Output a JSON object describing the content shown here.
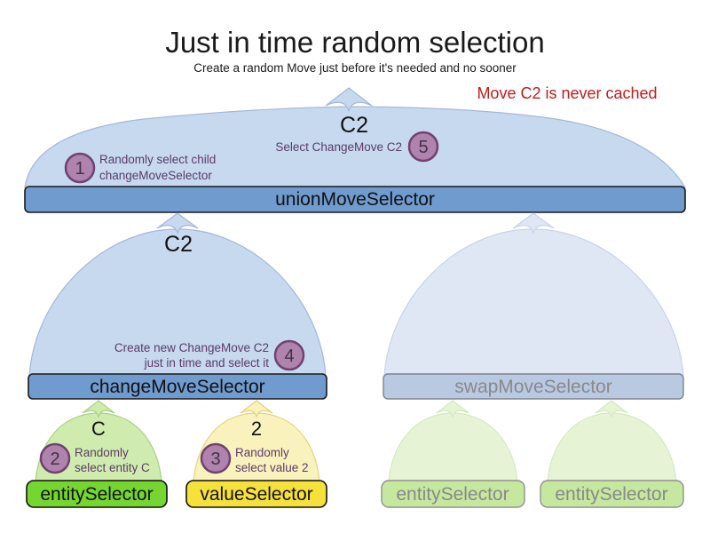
{
  "title": "Just in time random selection",
  "subtitle": "Create a random Move just before it's needed and no sooner",
  "note": "Move C2 is never cached",
  "colors": {
    "note_red": "#c41a1a",
    "mound_blue": "#c6d9ef",
    "bar_blue": "#6f9bce",
    "mound_blue_faded": "#dfe7f4",
    "bar_blue_faded": "#b9c9e2",
    "mound_green": "#cfecae",
    "bar_green": "#74d62e",
    "mound_yellow": "#faf2bc",
    "bar_yellow": "#f6e03a",
    "mound_green_faded": "#e6f4d5",
    "bar_green_faded": "#c6e89e",
    "step_circle": "#b083ae",
    "step_circle_border": "#6f4272",
    "step_note_text": "#5c3a68"
  },
  "selectors": {
    "union": {
      "label": "unionMoveSelector",
      "output": "C2"
    },
    "change": {
      "label": "changeMoveSelector",
      "output": "C2"
    },
    "swap": {
      "label": "swapMoveSelector"
    },
    "entity": {
      "label": "entitySelector",
      "output": "C"
    },
    "value": {
      "label": "valueSelector",
      "output": "2"
    },
    "entity_faded_left": {
      "label": "entitySelector"
    },
    "entity_faded_right": {
      "label": "entitySelector"
    }
  },
  "steps": {
    "s1": {
      "num": "1",
      "line1": "Randomly select child",
      "line2": "changeMoveSelector"
    },
    "s2": {
      "num": "2",
      "line1": "Randomly",
      "line2": "select entity C"
    },
    "s3": {
      "num": "3",
      "line1": "Randomly",
      "line2": "select value 2"
    },
    "s4": {
      "num": "4",
      "line1": "Create new ChangeMove C2",
      "line2": "just in time and select it"
    },
    "s5": {
      "num": "5",
      "line1": "Select ChangeMove C2"
    }
  }
}
